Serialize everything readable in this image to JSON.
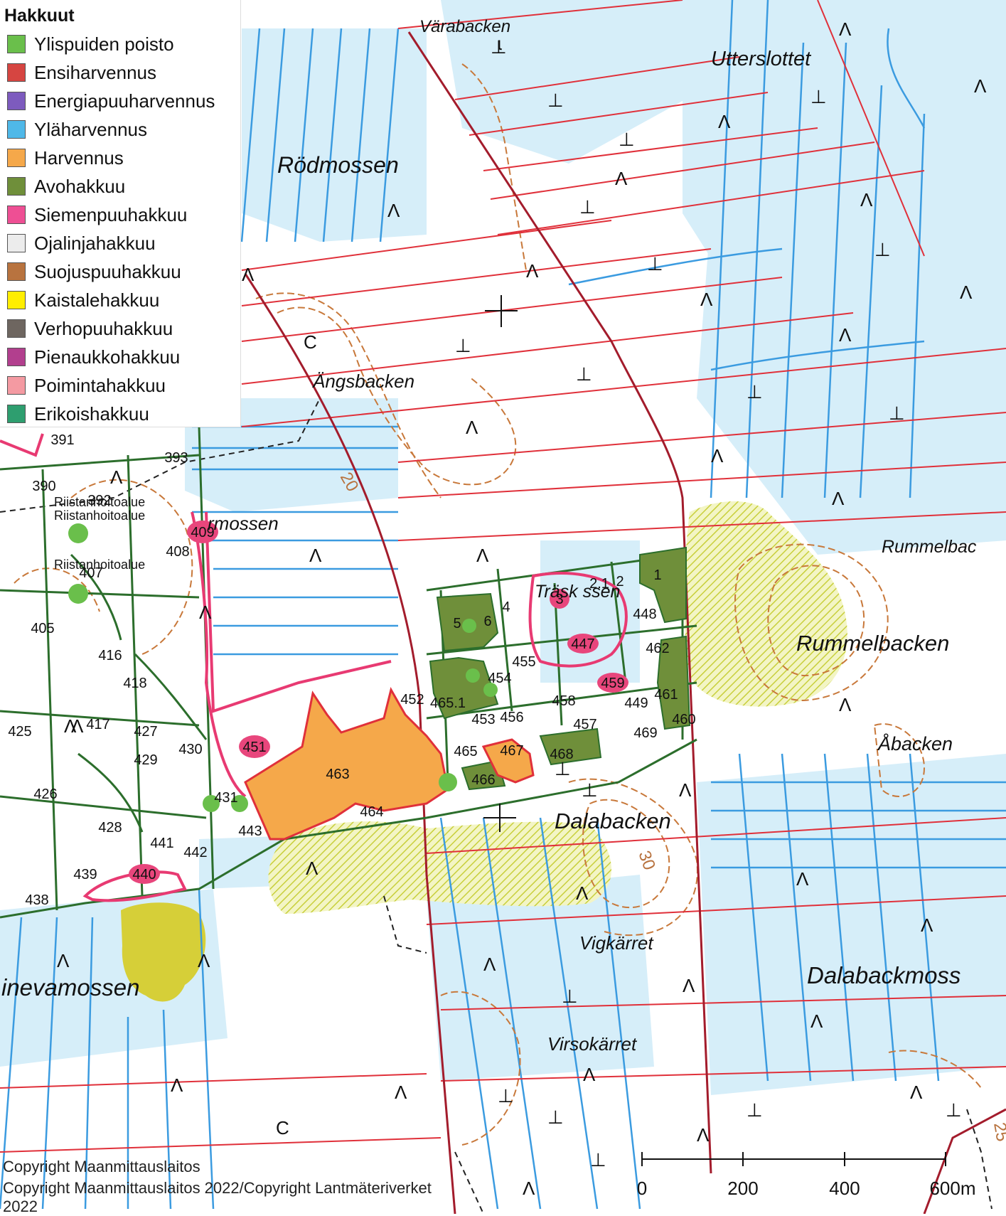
{
  "legend": {
    "title": "Hakkuut",
    "items": [
      {
        "label": "Ylispuiden poisto",
        "color": "#6abf4b"
      },
      {
        "label": "Ensiharvennus",
        "color": "#d64541"
      },
      {
        "label": "Energiapuuharvennus",
        "color": "#7d5bbe"
      },
      {
        "label": "Yläharvennus",
        "color": "#4fb8e8"
      },
      {
        "label": "Harvennus",
        "color": "#f5a84a"
      },
      {
        "label": "Avohakkuu",
        "color": "#6f8f3a"
      },
      {
        "label": "Siemenpuuhakkuu",
        "color": "#ee4f94"
      },
      {
        "label": "Ojalinjahakkuu",
        "color": "#ececec"
      },
      {
        "label": "Suojuspuuhakkuu",
        "color": "#b8733f"
      },
      {
        "label": "Kaistalehakkuu",
        "color": "#ffee00"
      },
      {
        "label": "Verhopuuhakkuu",
        "color": "#6e6660"
      },
      {
        "label": "Pienaukkohakkuu",
        "color": "#b23f8e"
      },
      {
        "label": "Poimintahakkuu",
        "color": "#f49aa2"
      },
      {
        "label": "Erikoishakkuu",
        "color": "#2e9e6f"
      }
    ]
  },
  "place_names": {
    "varabacken": "Värabacken",
    "utterslottet": "Utterslottet",
    "rodmossen": "Rödmossen",
    "angsbacken": "Ängsbacken",
    "rummelbacken_cut": "Rummelbac",
    "rummelbacken": "Rummelbacken",
    "abacken": "Åbacken",
    "dalabacken": "Dalabacken",
    "vigkarret": "Vigkärret",
    "dalabackmossen": "Dalabackmoss",
    "virsokarret": "Virsokärret",
    "inevamossen": "inevamossen",
    "mossen": "rmossen",
    "traskmossen": "Träsk  ssen"
  },
  "riistanhoito": [
    "Riistanhoitoalue",
    "Riistanhoitoalue",
    "Riistanhoitoalue"
  ],
  "contour_labels": [
    "20",
    "30",
    "25"
  ],
  "stand_numbers": {
    "magenta": [
      "409",
      "451",
      "3",
      "447",
      "459",
      "440"
    ],
    "plain": [
      "391",
      "393",
      "390",
      "408",
      "405",
      "416",
      "418",
      "425",
      "417",
      "427",
      "429",
      "430",
      "426",
      "428",
      "441",
      "442",
      "439",
      "438",
      "431",
      "443",
      "463",
      "464",
      "452",
      "465.1",
      "453",
      "456",
      "454",
      "455",
      "458",
      "457",
      "465",
      "467",
      "466",
      "468",
      "4",
      "5",
      "6",
      "2.1",
      "2",
      "1",
      "448",
      "462",
      "461",
      "449",
      "469",
      "460",
      "407",
      "392"
    ]
  },
  "scale_bar": {
    "labels": [
      "0",
      "200",
      "400",
      "600m"
    ]
  },
  "copyright": {
    "line1": "Copyright Maanmittauslaitos",
    "line2": "Copyright Maanmittauslaitos 2022/Copyright Lantmäteriverket",
    "line3": "2022"
  }
}
